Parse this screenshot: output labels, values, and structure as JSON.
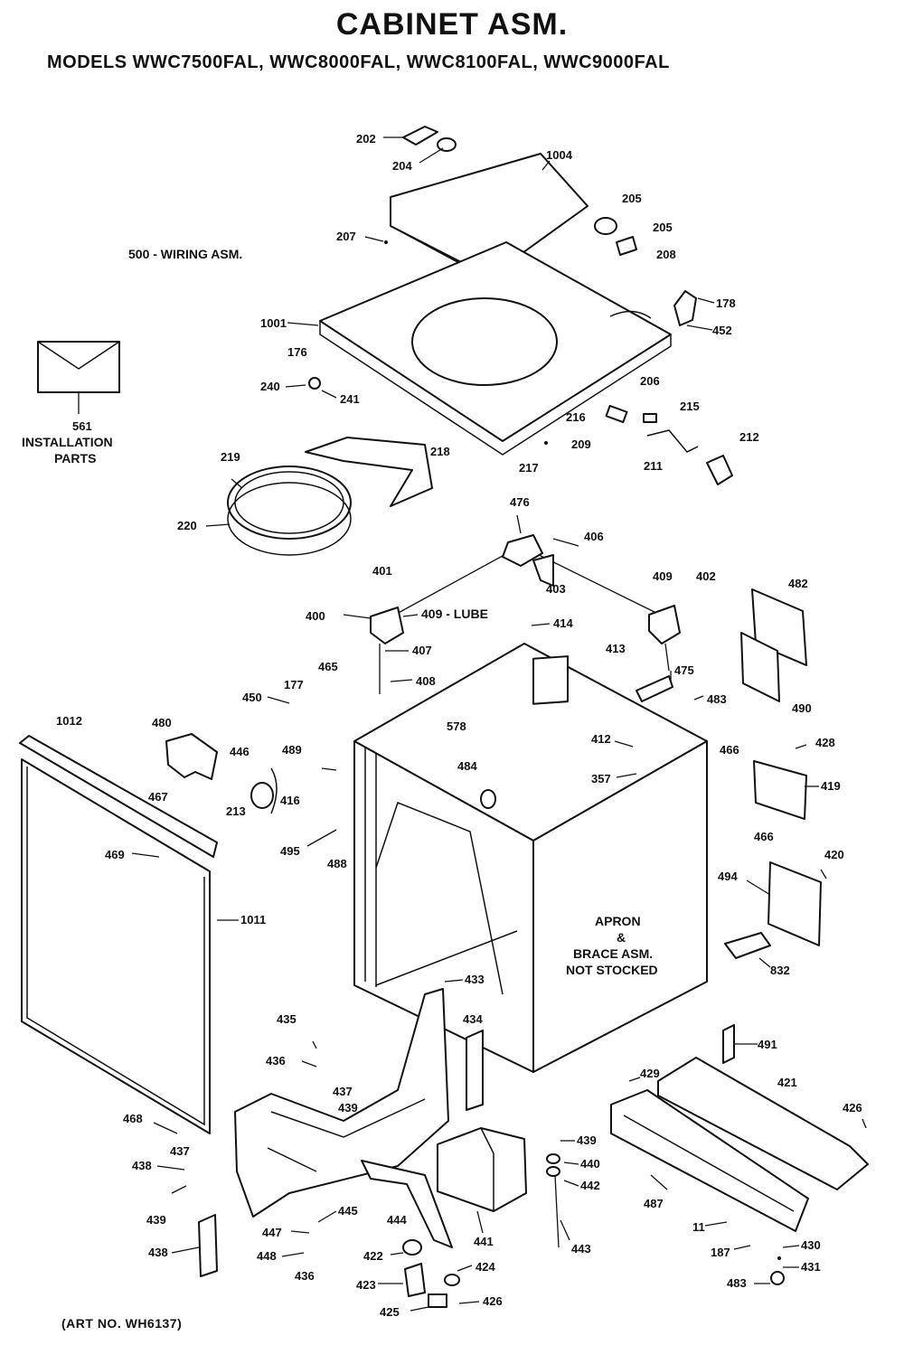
{
  "title": "CABINET ASM.",
  "models": "MODELS WWC7500FAL, WWC8000FAL, WWC8100FAL, WWC9000FAL",
  "art_no": "(ART NO. WH6137)",
  "notes": {
    "wiring": "500 - WIRING ASM.",
    "installation_num": "561",
    "installation_1": "INSTALLATION",
    "installation_2": "PARTS",
    "lube": "409 - LUBE",
    "apron_1": "APRON",
    "apron_2": "&",
    "apron_3": "BRACE ASM.",
    "apron_4": "NOT STOCKED"
  },
  "labels": {
    "l202": "202",
    "l204": "204",
    "l1004": "1004",
    "l205a": "205",
    "l205b": "205",
    "l208": "208",
    "l207": "207",
    "l1001": "1001",
    "l178": "178",
    "l452": "452",
    "l176": "176",
    "l240": "240",
    "l241": "241",
    "l206": "206",
    "l215": "215",
    "l216": "216",
    "l209": "209",
    "l217": "217",
    "l211": "211",
    "l212": "212",
    "l219": "219",
    "l218": "218",
    "l220": "220",
    "l476": "476",
    "l406": "406",
    "l403": "403",
    "l401": "401",
    "l400": "400",
    "l409": "409",
    "l402": "402",
    "l482": "482",
    "l414": "414",
    "l413": "413",
    "l407": "407",
    "l465": "465",
    "l408": "408",
    "l475": "475",
    "l177": "177",
    "l450": "450",
    "l483": "483",
    "l490": "490",
    "l1012": "1012",
    "l480": "480",
    "l578": "578",
    "l412": "412",
    "l466a": "466",
    "l428": "428",
    "l446": "446",
    "l489": "489",
    "l357": "357",
    "l419": "419",
    "l484": "484",
    "l467": "467",
    "l213": "213",
    "l416": "416",
    "l495": "495",
    "l488": "488",
    "l466b": "466",
    "l420": "420",
    "l469": "469",
    "l494": "494",
    "l1011": "1011",
    "l832": "832",
    "l433": "433",
    "l435": "435",
    "l434": "434",
    "l491": "491",
    "l436": "436",
    "l421": "421",
    "l437": "437",
    "l439": "439",
    "l429": "429",
    "l426a": "426",
    "l468": "468",
    "l437b": "437",
    "l438": "438",
    "l439b": "439",
    "l440": "440",
    "l442": "442",
    "l436b": "436",
    "l445": "445",
    "l444": "444",
    "l441": "441",
    "l443": "443",
    "l487": "487",
    "l11": "11",
    "l438b": "438",
    "l430": "430",
    "l431": "431",
    "l447": "447",
    "l448": "448",
    "l422": "422",
    "l424": "424",
    "l187": "187",
    "l483b": "483",
    "l423": "423",
    "l426b": "426",
    "l425": "425",
    "l439c": "439"
  }
}
